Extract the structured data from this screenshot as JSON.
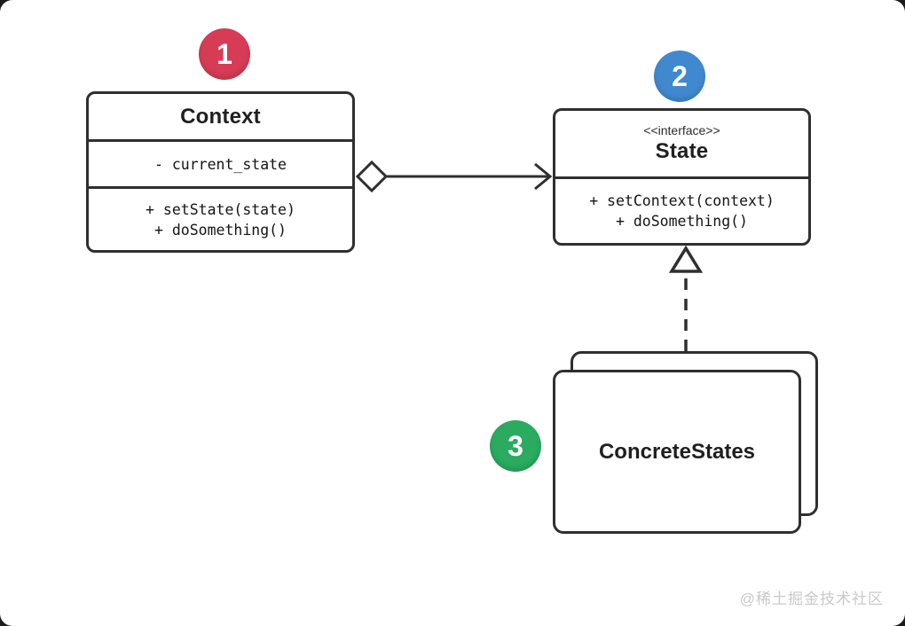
{
  "diagram": {
    "title_semantic": "state-design-pattern-uml",
    "badges": [
      {
        "number": "1",
        "color": "#d63c55"
      },
      {
        "number": "2",
        "color": "#4189cf"
      },
      {
        "number": "3",
        "color": "#2aab60"
      }
    ],
    "context_class": {
      "title": "Context",
      "attributes": [
        "- current_state"
      ],
      "methods": [
        "+ setState(state)",
        "+ doSomething()"
      ]
    },
    "state_interface": {
      "stereotype": "<<interface>>",
      "title": "State",
      "methods": [
        "+ setContext(context)",
        "+ doSomething()"
      ]
    },
    "concrete_states": {
      "title": "ConcreteStates"
    },
    "relationships": [
      {
        "name": "aggregation",
        "from": "Context",
        "to": "State",
        "style": "solid-line-hollow-diamond-open-arrow"
      },
      {
        "name": "realization",
        "from": "ConcreteStates",
        "to": "State",
        "style": "dashed-line-hollow-triangle"
      }
    ],
    "colors": {
      "border": "#2f2f2f",
      "background": "#ffffff",
      "watermark": "#c9c9c9"
    },
    "watermark": "@稀土掘金技术社区"
  }
}
